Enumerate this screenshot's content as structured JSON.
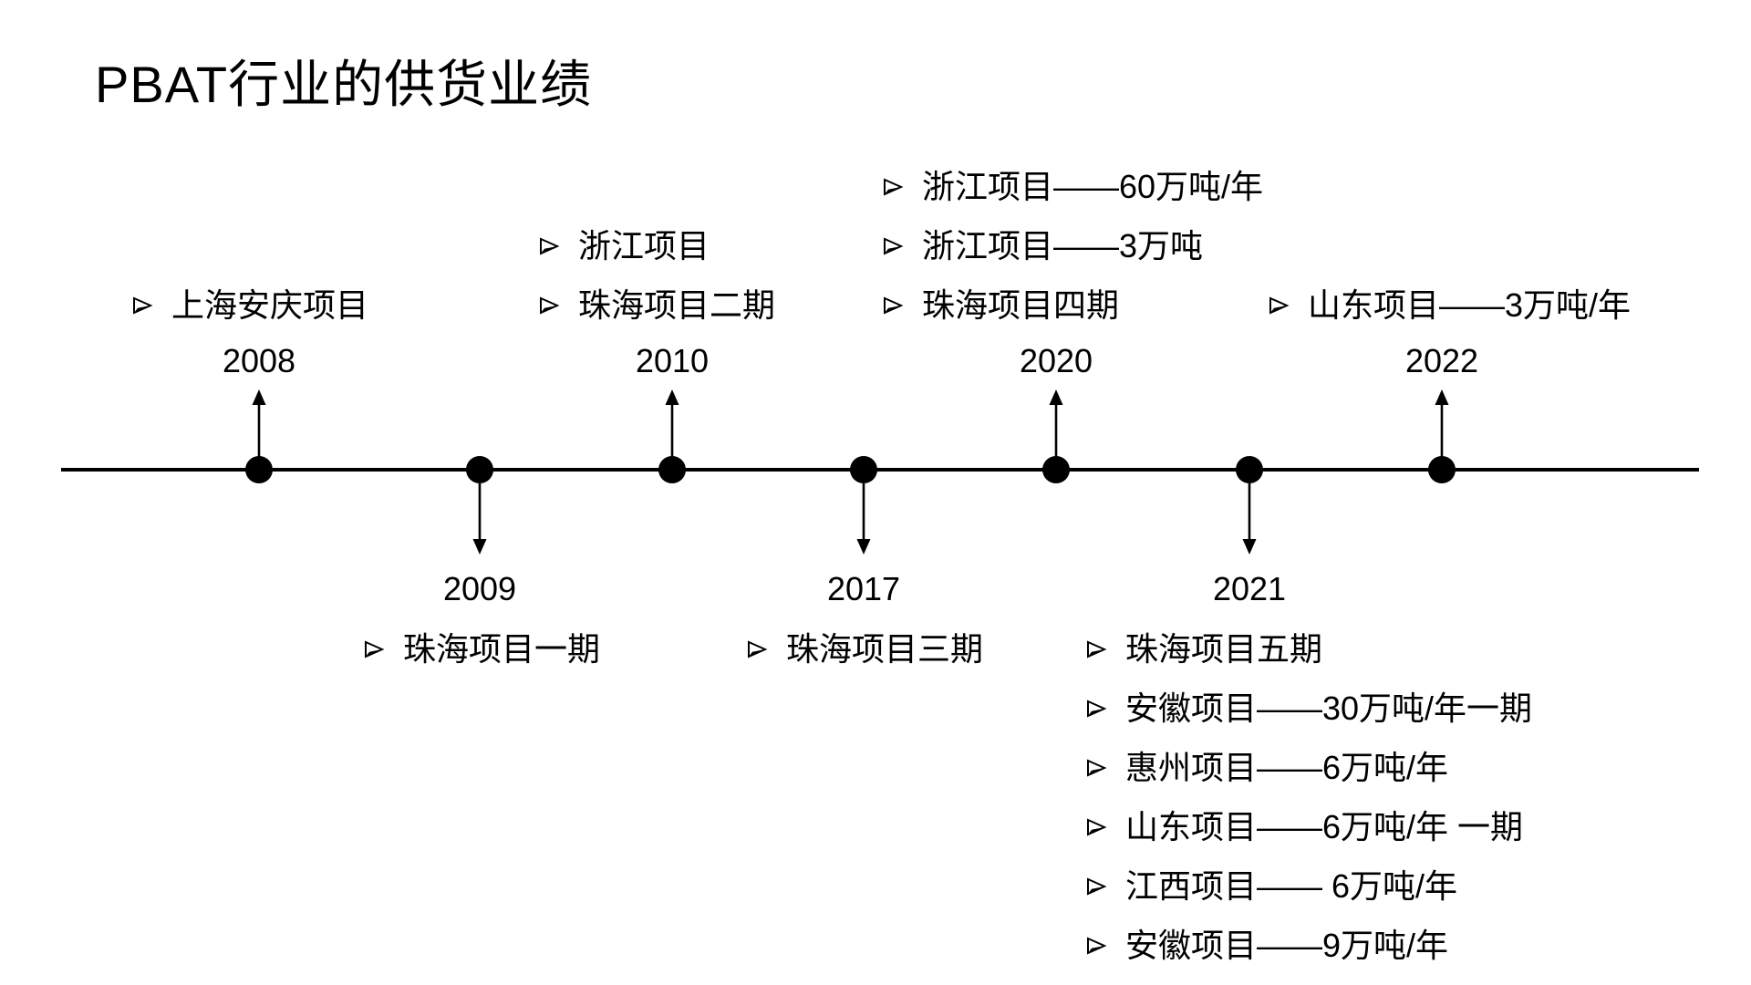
{
  "slide": {
    "title": "PBAT行业的供货业绩"
  },
  "timeline": {
    "events": [
      {
        "year": "2008",
        "side": "above",
        "projects": [
          "上海安庆项目"
        ]
      },
      {
        "year": "2009",
        "side": "below",
        "projects": [
          "珠海项目一期"
        ]
      },
      {
        "year": "2010",
        "side": "above",
        "projects": [
          "浙江项目",
          "珠海项目二期"
        ]
      },
      {
        "year": "2017",
        "side": "below",
        "projects": [
          "珠海项目三期"
        ]
      },
      {
        "year": "2020",
        "side": "above",
        "projects": [
          "浙江项目——60万吨/年",
          "浙江项目——3万吨",
          "珠海项目四期"
        ]
      },
      {
        "year": "2021",
        "side": "below",
        "projects": [
          "珠海项目五期",
          "安徽项目——30万吨/年一期",
          "惠州项目——6万吨/年",
          "山东项目——6万吨/年 一期",
          "江西项目—— 6万吨/年",
          "安徽项目——9万吨/年"
        ]
      },
      {
        "year": "2022",
        "side": "above",
        "projects": [
          "山东项目——3万吨/年"
        ]
      }
    ]
  },
  "icons": {
    "bullet": "arrowhead-bullet-icon"
  },
  "colors": {
    "ink": "#000000",
    "background": "#ffffff"
  }
}
